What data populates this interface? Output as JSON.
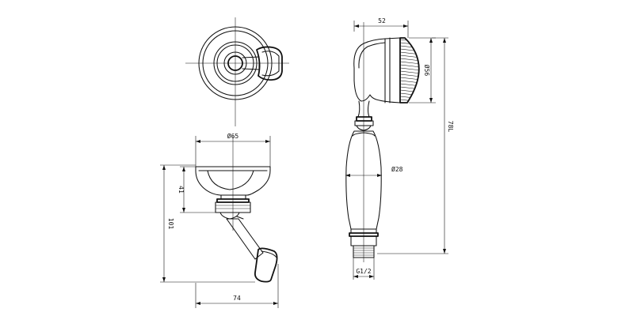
{
  "dimensions": {
    "top_width": "52",
    "head_diameter": "Ø56",
    "total_length": "78L",
    "handle_diameter": "Ø28",
    "thread": "G1/2",
    "holder_cup_diameter": "Ø65",
    "holder_cup_depth": "41",
    "holder_height": "101",
    "holder_width": "74"
  }
}
